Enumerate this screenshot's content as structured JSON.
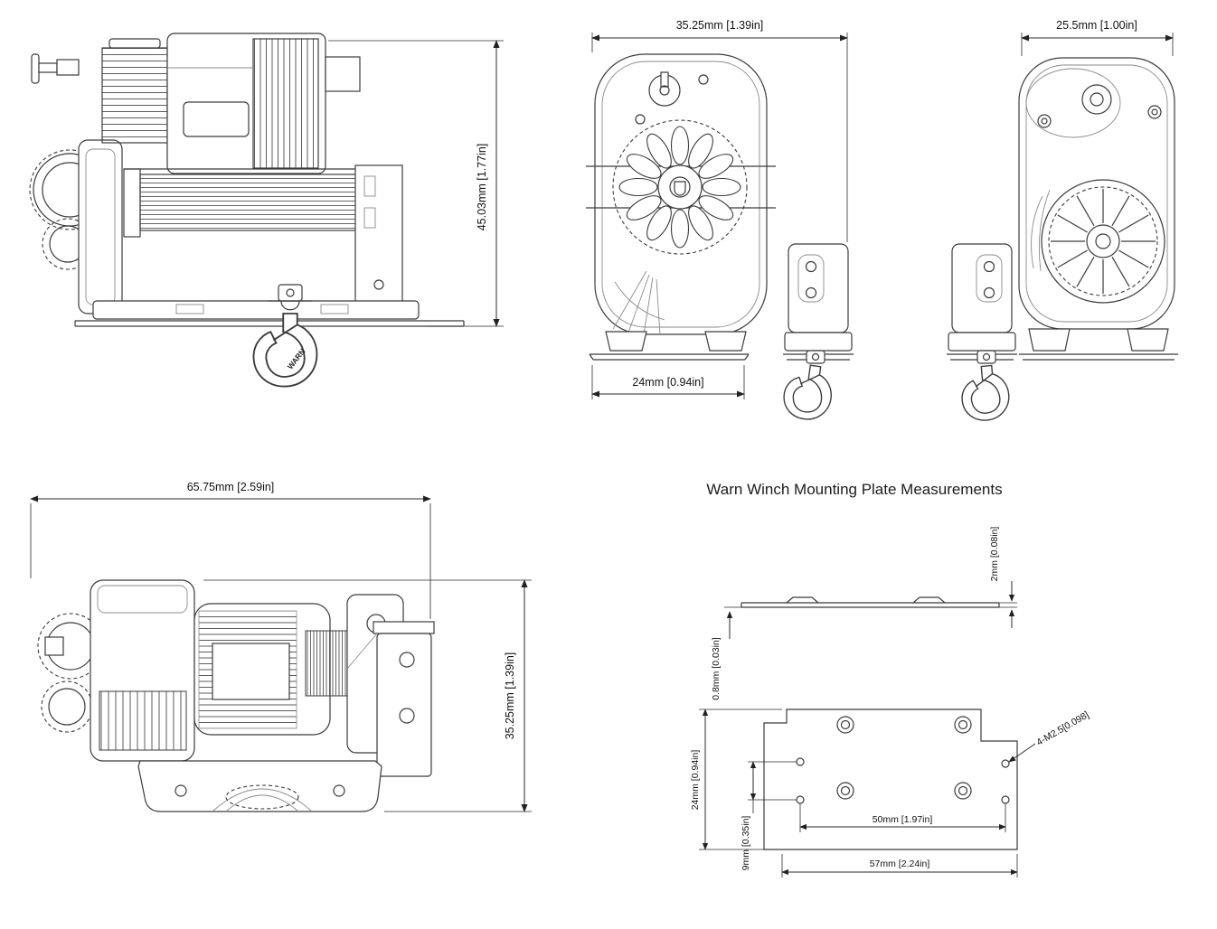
{
  "title": "Warn Winch Mounting Plate Measurements",
  "views": {
    "side": {
      "height": "45.03mm [1.77in]",
      "hook_brand": "WARN"
    },
    "front": {
      "width": "35.25mm [1.39in]",
      "base_width": "24mm [0.94in]"
    },
    "profile": {
      "width": "25.5mm [1.00in]"
    },
    "side_lower": {
      "width": "65.75mm [2.59in]",
      "height": "35.25mm [1.39in]"
    },
    "plate": {
      "thickness": "2mm [0.08in]",
      "lip": "0.8mm [0.03in]",
      "depth": "24mm [0.94in]",
      "hole_offset": "9mm [0.35in]",
      "hole_spacing": "50mm [1.97in]",
      "width": "57mm [2.24in]",
      "hole_spec": "4-M2.5[0.098]"
    }
  }
}
